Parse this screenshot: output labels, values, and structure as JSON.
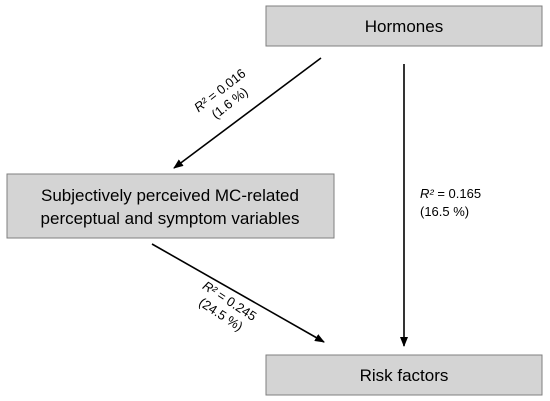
{
  "nodes": {
    "hormones": {
      "label": "Hormones"
    },
    "perceived": {
      "line1": "Subjectively perceived MC-related",
      "line2": "perceptual and symptom variables"
    },
    "risk": {
      "label": "Risk factors"
    }
  },
  "edges": {
    "hormones_to_perceived": {
      "r2_symbol": "R²",
      "r2_value": " = 0.016",
      "percent": "(1.6 %)"
    },
    "hormones_to_risk": {
      "r2_symbol": "R²",
      "r2_value": " = 0.165",
      "percent": "(16.5 %)"
    },
    "perceived_to_risk": {
      "r2_symbol": "R²",
      "r2_value": " = 0.245",
      "percent": "(24.5 %)"
    }
  },
  "colors": {
    "box_fill": "#d4d4d4",
    "box_stroke": "#7f7f7f",
    "arrow": "#000000",
    "text": "#000000"
  }
}
